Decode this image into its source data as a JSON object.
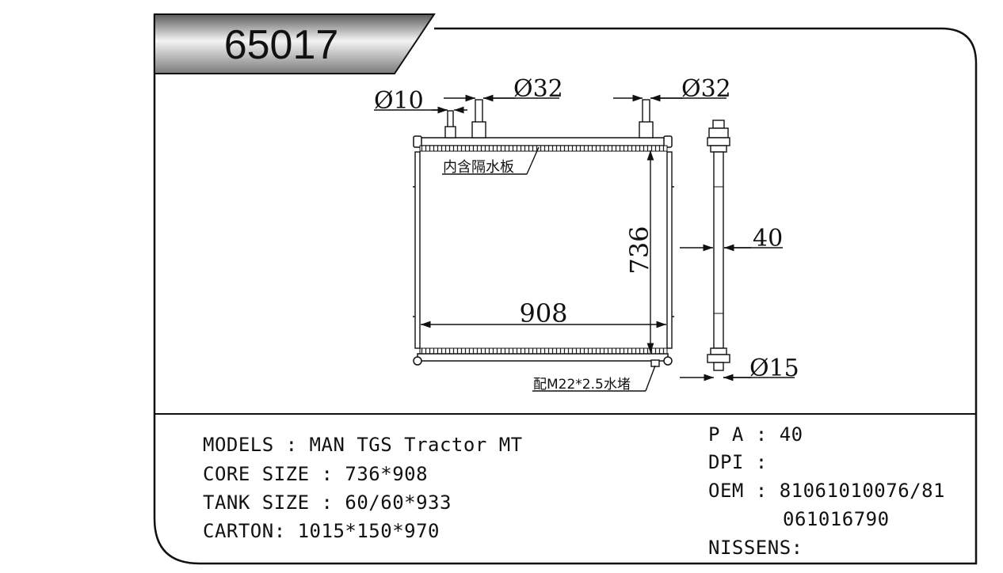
{
  "header": {
    "part_number": "65017"
  },
  "drawing": {
    "dim_inlet_small": "Ø10",
    "dim_inlet_left": "Ø32",
    "dim_inlet_right": "Ø32",
    "dim_height": "736",
    "dim_width": "908",
    "dim_thickness": "40",
    "dim_outlet": "Ø15",
    "note_baffle": "内含隔水板",
    "note_plug": "配M22*2.5水堵"
  },
  "specs": {
    "models": "MODELS : MAN TGS Tractor MT",
    "core_size": "CORE SIZE : 736*908",
    "tank_size": "TANK SIZE : 60/60*933",
    "carton": "CARTON: 1015*150*970",
    "pa": "P A : 40",
    "dpi": "DPI :",
    "oem_line1": "OEM : 81061010076/81",
    "oem_line2": "061016790",
    "nissens": "NISSENS:"
  }
}
